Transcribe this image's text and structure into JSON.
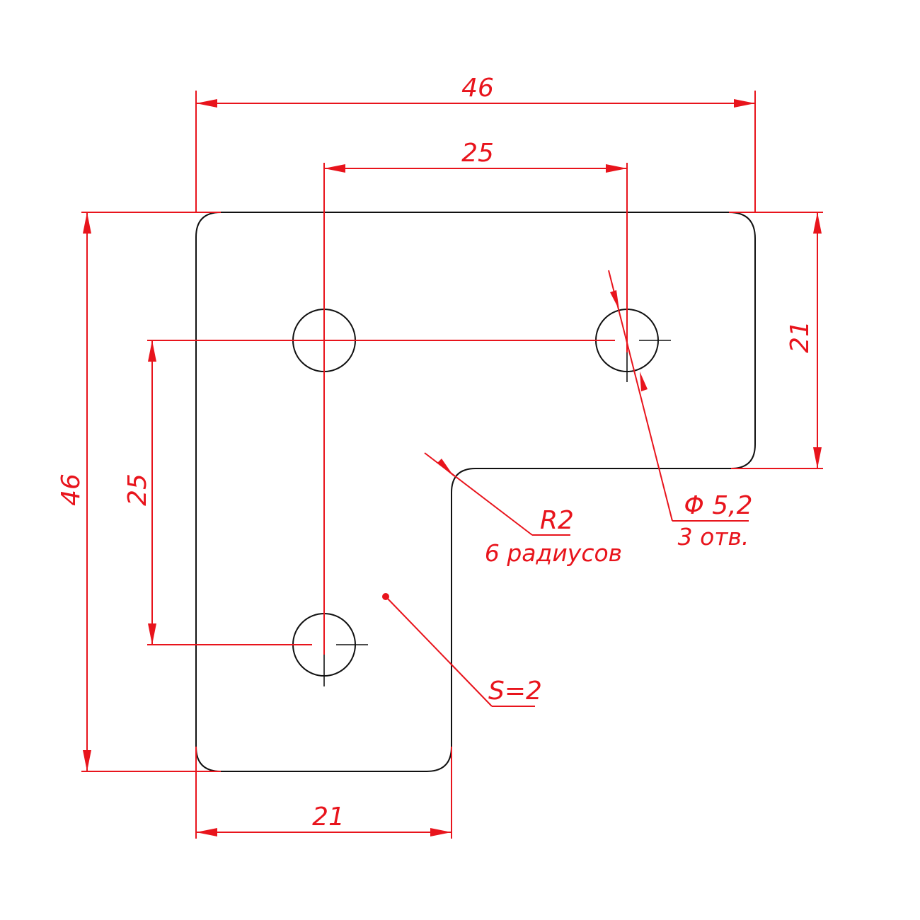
{
  "drawing": {
    "dim_overall_width": "46",
    "dim_hole_spacing_x": "25",
    "dim_overall_height": "46",
    "dim_hole_spacing_y": "25",
    "dim_right_leg_height": "21",
    "dim_bottom_leg_width": "21",
    "note_hole_diameter": "Φ 5,2",
    "note_hole_count": "3 отв.",
    "note_radius": "R2",
    "note_radius_count": "6 радиусов",
    "note_thickness": "S=2"
  },
  "colors": {
    "outline": "#111111",
    "dimension": "#e8141c",
    "background": "#ffffff"
  }
}
